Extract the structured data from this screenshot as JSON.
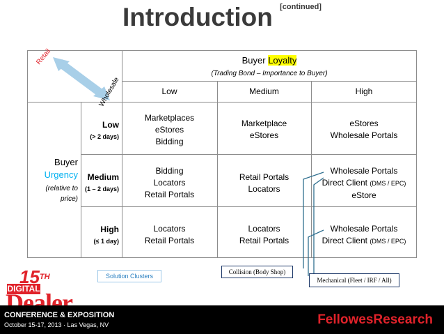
{
  "title": "Introduction",
  "title_suffix": "[continued]",
  "corner": {
    "retail": "Retail",
    "wholesale": "Wholesale"
  },
  "header": {
    "group_title_a": "Buyer",
    "group_title_b": "Loyalty",
    "group_sub": "(Trading Bond – Importance to Buyer)",
    "cols": [
      "Low",
      "Medium",
      "High"
    ]
  },
  "side": {
    "a": "Buyer",
    "b": "Urgency",
    "c1": "(relative to",
    "c2": "price)"
  },
  "rows": [
    {
      "label": "Low",
      "sub": "(> 2 days)",
      "cells": [
        [
          "Marketplaces",
          "eStores",
          "Bidding"
        ],
        [
          "Marketplace",
          "eStores"
        ],
        [
          "eStores",
          "Wholesale Portals"
        ]
      ]
    },
    {
      "label": "Medium",
      "sub": "(1 – 2 days)",
      "cells": [
        [
          "Bidding",
          "Locators",
          "Retail Portals"
        ],
        [
          "Retail Portals",
          "Locators"
        ],
        [
          "Wholesale Portals",
          "Direct Client",
          "eStore"
        ]
      ]
    },
    {
      "label": "High",
      "sub": "(≤ 1 day)",
      "cells": [
        [
          "Locators",
          "Retail Portals"
        ],
        [
          "Locators",
          "Retail Portals"
        ],
        [
          "Wholesale Portals",
          "Direct Client"
        ]
      ]
    }
  ],
  "dms": "(DMS / EPC)",
  "tags": {
    "solution": "Solution Clusters",
    "collision": "Collision (Body Shop)",
    "mechanical": "Mechanical (Fleet / IRF / All)"
  },
  "logo": {
    "number": "15",
    "suffix": "TH",
    "word1": "DIGITAL",
    "word2": "Dealer",
    "sub": "CONFERENCE & EXPOSITION",
    "date": "October 15-17, 2013 · Las Vegas, NV"
  },
  "brand": "FellowesResearch",
  "colors": {
    "accent_red": "#e0222a",
    "cyan": "#00b0f0",
    "highlight": "#ffff00",
    "connector": "#2f6f8f"
  }
}
